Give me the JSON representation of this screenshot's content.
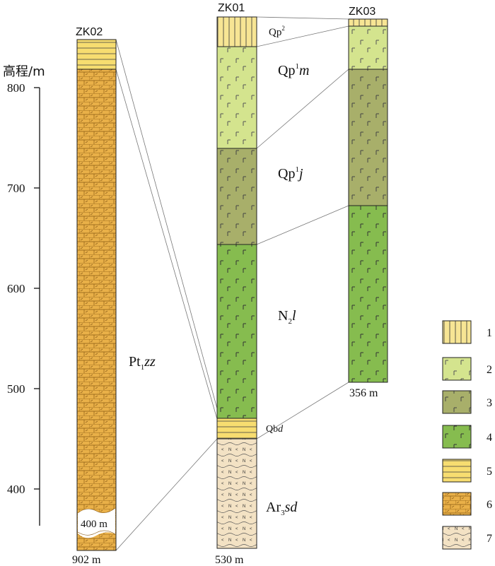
{
  "axis": {
    "label": "高程/m",
    "ticks": [
      {
        "value": 800,
        "label": "800"
      },
      {
        "value": 700,
        "label": "700"
      },
      {
        "value": 600,
        "label": "600"
      },
      {
        "value": 500,
        "label": "500"
      },
      {
        "value": 400,
        "label": "400"
      }
    ]
  },
  "wells": {
    "zk02": {
      "name": "ZK02",
      "bottom_depth": "902 m",
      "gap_label": "400 m"
    },
    "zk01": {
      "name": "ZK01",
      "bottom_depth": "530 m"
    },
    "zk03": {
      "name": "ZK03",
      "bottom_depth": "356 m"
    }
  },
  "units": {
    "qp2": {
      "base": "Qp",
      "sup": "2",
      "ital": ""
    },
    "qp1m": {
      "base": "Qp",
      "sup": "1",
      "ital": "m"
    },
    "qp1j": {
      "base": "Qp",
      "sup": "1",
      "ital": "j"
    },
    "n2l": {
      "base": "N",
      "sub": "2",
      "ital": "l"
    },
    "qbd": {
      "base": "Qb",
      "ital": "d"
    },
    "ar3sd": {
      "base": "Ar",
      "sub": "3",
      "ital": "sd"
    },
    "pt1zz": {
      "base": "Pt",
      "sub": "1",
      "ital": "zz"
    }
  },
  "legend": [
    {
      "number": "1",
      "pattern": "vertical-lines",
      "color": "#F7E594"
    },
    {
      "number": "2",
      "pattern": "tick-marks",
      "color": "#D4E48E"
    },
    {
      "number": "3",
      "pattern": "tick-marks",
      "color": "#A8AF6A"
    },
    {
      "number": "4",
      "pattern": "tick-marks",
      "color": "#86BC4F"
    },
    {
      "number": "5",
      "pattern": "horizontal-lines",
      "color": "#F7DD70"
    },
    {
      "number": "6",
      "pattern": "brick-dashes",
      "color": "#E9B048"
    },
    {
      "number": "7",
      "pattern": "waves-N",
      "color": "#F3E2C4"
    }
  ]
}
